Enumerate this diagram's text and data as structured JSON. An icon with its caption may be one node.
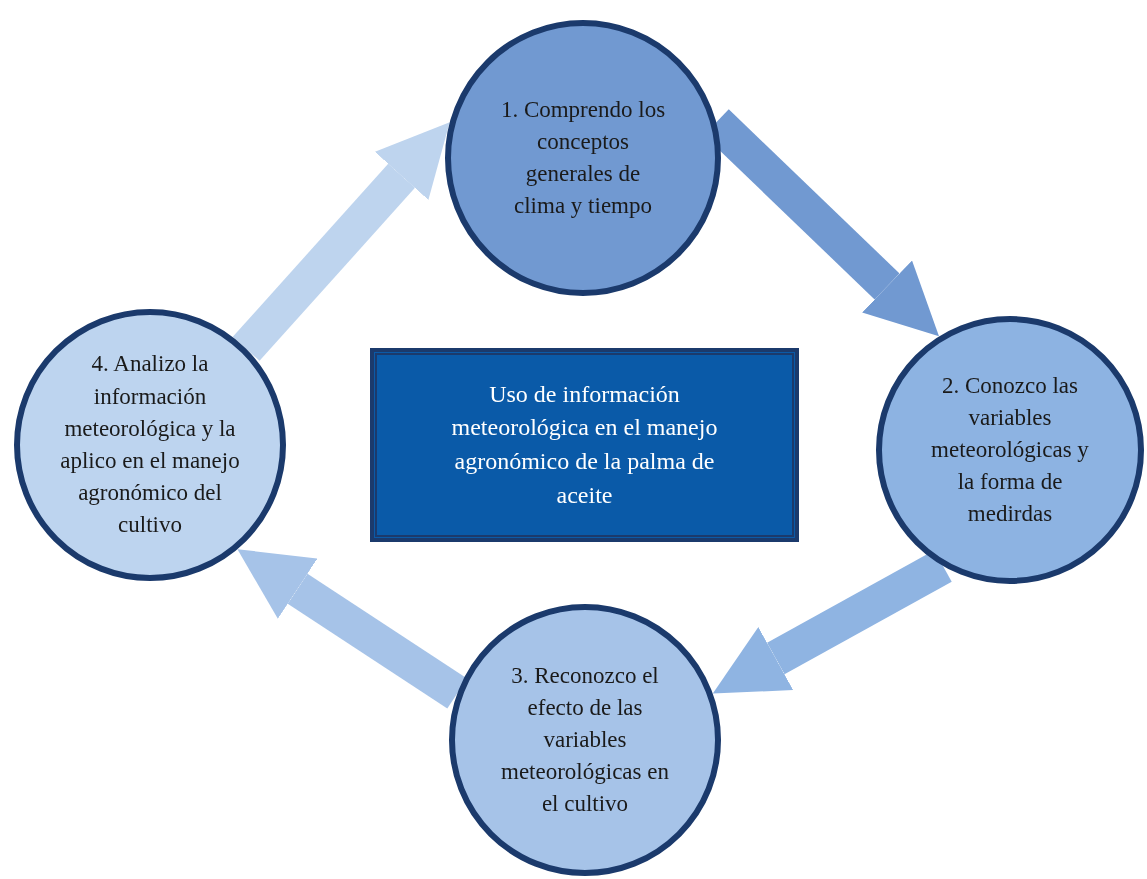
{
  "diagram": {
    "nodes": [
      {
        "text": [
          "1. Comprendo los conceptos generales de clima y tiempo"
        ]
      },
      {
        "text": [
          "2. Conozco las variables meteorológicas y la forma de medirdas"
        ]
      },
      {
        "text": [
          "3. Reconozco el efecto de las variables meteorológicas en el cultivo"
        ]
      },
      {
        "text": [
          "4. Analizo la información meteorológica y la aplico en el manejo agronómico del cultivo"
        ]
      },
      {
        "text": [
          "Uso de información meteorológica en el manejo agronómico de la palma de aceite"
        ]
      }
    ],
    "edges": [
      {
        "from": 0,
        "to": 1,
        "arrow": "to",
        "color": "#7199d1"
      },
      {
        "from": 1,
        "to": 2,
        "arrow": "to",
        "color": "#8fb4e2"
      },
      {
        "from": 2,
        "to": 3,
        "arrow": "to",
        "color": "#a6c3e8"
      },
      {
        "from": 3,
        "to": 0,
        "arrow": "to",
        "color": "#bed4ee"
      }
    ]
  }
}
